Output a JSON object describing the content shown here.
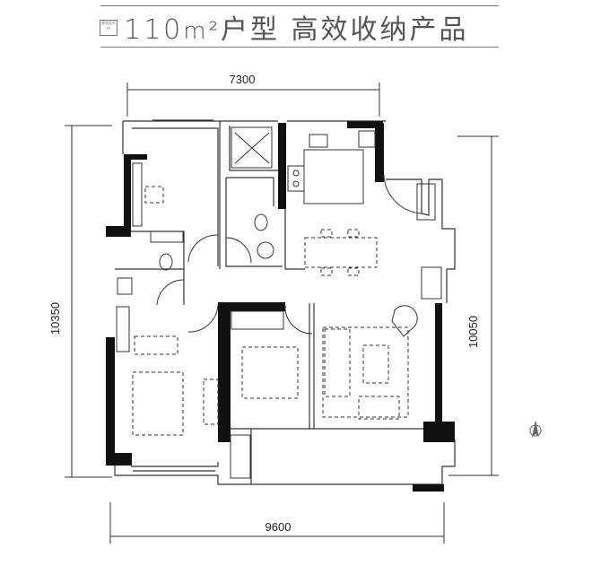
{
  "header": {
    "badge_text": "建筑面积约",
    "area": "110",
    "unit": "m²",
    "title": "户型  高效收纳产品"
  },
  "dimensions": {
    "top": "7300",
    "left": "10350",
    "right": "10050",
    "bottom": "9600"
  },
  "colors": {
    "wall": "#111111",
    "line": "#333333",
    "title": "#555555"
  }
}
